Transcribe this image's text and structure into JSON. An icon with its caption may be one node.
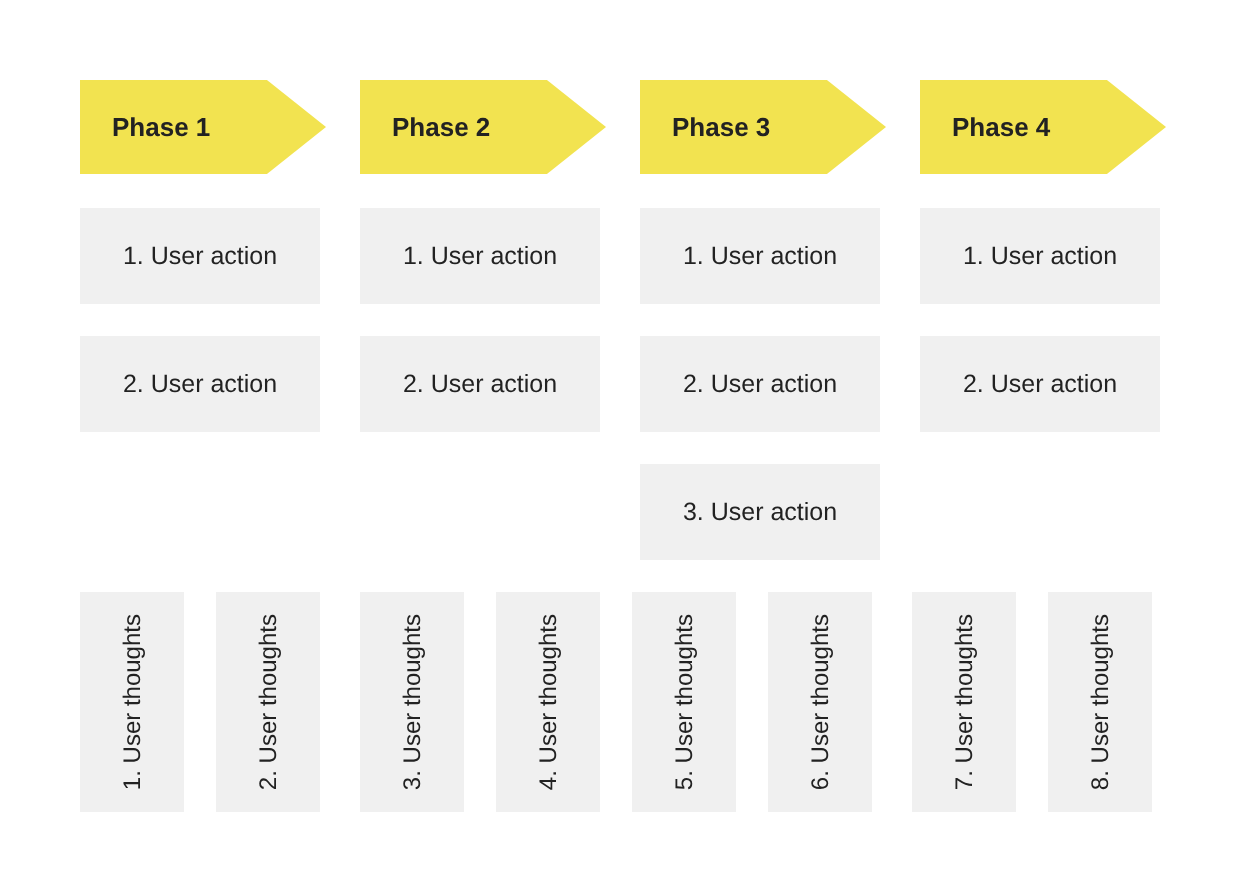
{
  "diagram": {
    "nodes": [
      {
        "text": [
          "Phase 1"
        ]
      },
      {
        "text": [
          "Phase 2"
        ]
      },
      {
        "text": [
          "Phase 3"
        ]
      },
      {
        "text": [
          "Phase 4"
        ]
      },
      {
        "text": [
          "1. User action"
        ]
      },
      {
        "text": [
          "1. User action"
        ]
      },
      {
        "text": [
          "1. User action"
        ]
      },
      {
        "text": [
          "1. User action"
        ]
      },
      {
        "text": [
          "2. User action"
        ]
      },
      {
        "text": [
          "2. User action"
        ]
      },
      {
        "text": [
          "2. User action"
        ]
      },
      {
        "text": [
          "2. User action"
        ]
      },
      {
        "text": [
          "3. User action"
        ]
      },
      {
        "text": [
          "1. User thoughts"
        ]
      },
      {
        "text": [
          "2. User thoughts"
        ]
      },
      {
        "text": [
          "3. User thoughts"
        ]
      },
      {
        "text": [
          "4. User thoughts"
        ]
      },
      {
        "text": [
          "5. User thoughts"
        ]
      },
      {
        "text": [
          "6. User thoughts"
        ]
      },
      {
        "text": [
          "7. User thoughts"
        ]
      },
      {
        "text": [
          "8. User thoughts"
        ]
      }
    ]
  }
}
